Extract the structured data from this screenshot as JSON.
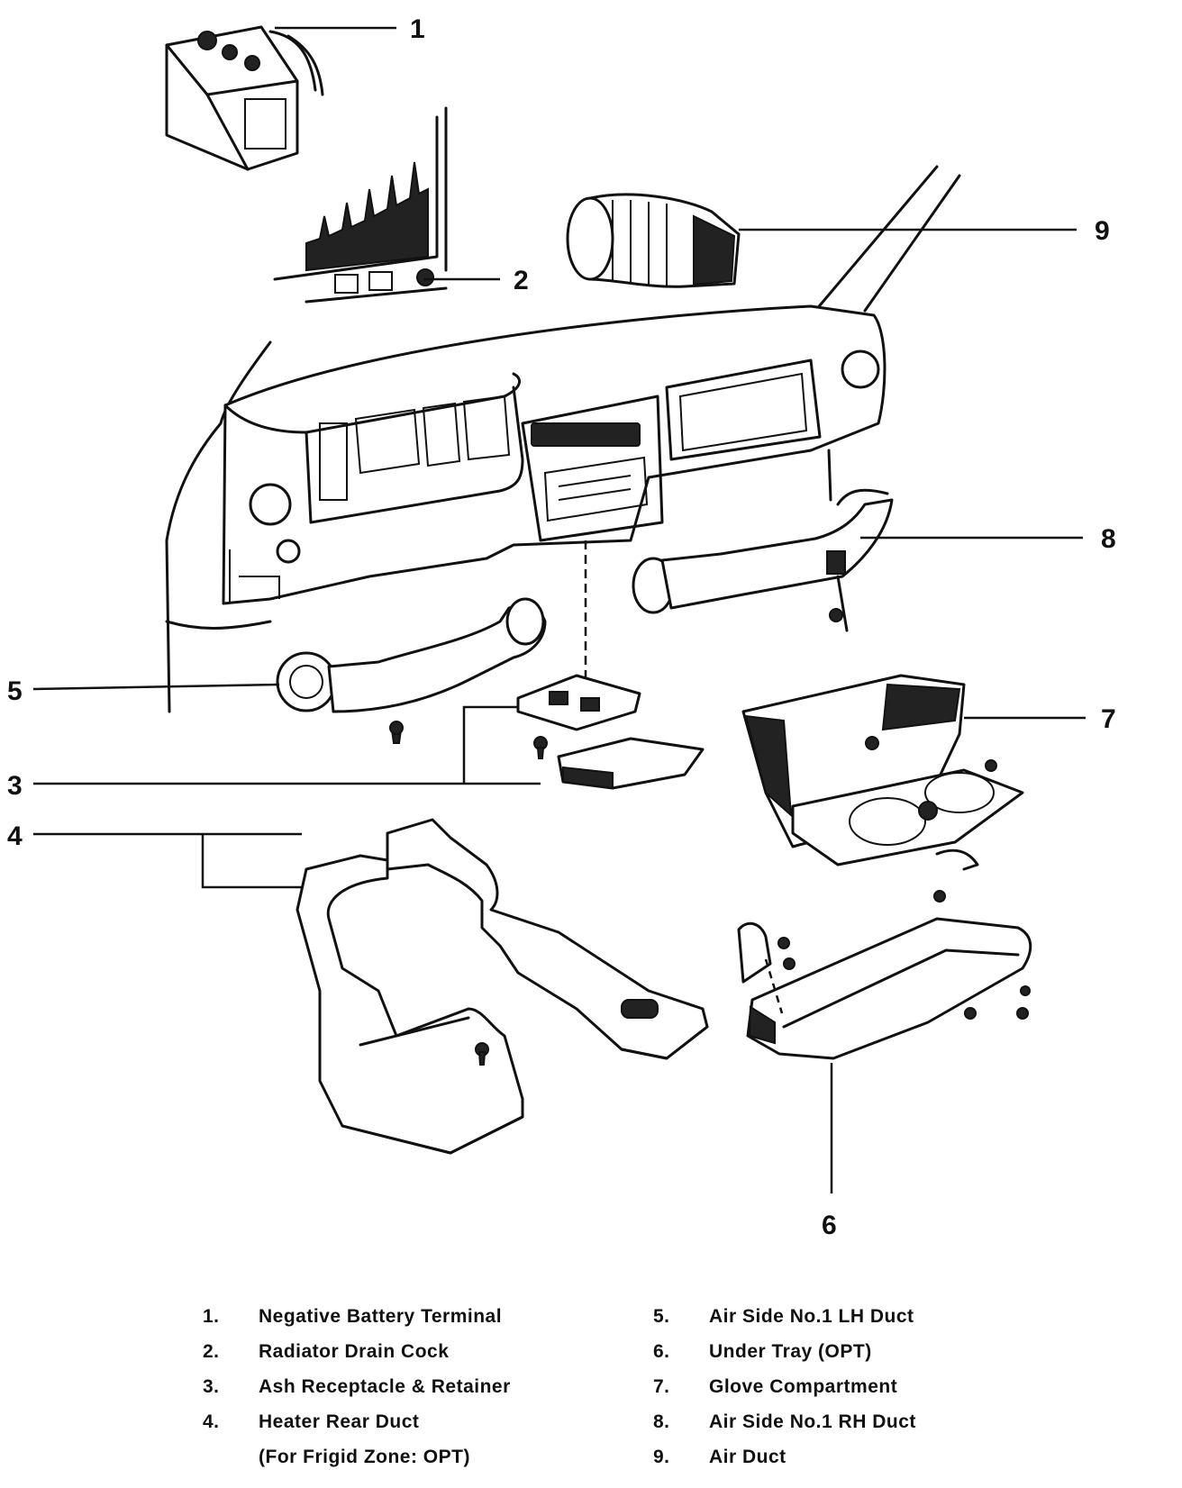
{
  "callouts": {
    "c1": "1",
    "c2": "2",
    "c3": "3",
    "c4": "4",
    "c5": "5",
    "c6": "6",
    "c7": "7",
    "c8": "8",
    "c9": "9"
  },
  "legend": {
    "left": [
      {
        "num": "1.",
        "text": "Negative Battery Terminal"
      },
      {
        "num": "2.",
        "text": "Radiator Drain Cock"
      },
      {
        "num": "3.",
        "text": "Ash Receptacle & Retainer"
      },
      {
        "num": "4.",
        "text": "Heater Rear Duct"
      },
      {
        "num": "",
        "text": "(For Frigid Zone: OPT)"
      }
    ],
    "right": [
      {
        "num": "5.",
        "text": "Air Side No.1 LH Duct"
      },
      {
        "num": "6.",
        "text": "Under Tray (OPT)"
      },
      {
        "num": "7.",
        "text": "Glove Compartment"
      },
      {
        "num": "8.",
        "text": "Air Side No.1 RH Duct"
      },
      {
        "num": "9.",
        "text": "Air Duct"
      }
    ]
  },
  "colors": {
    "ink": "#111111",
    "paper": "#ffffff"
  }
}
